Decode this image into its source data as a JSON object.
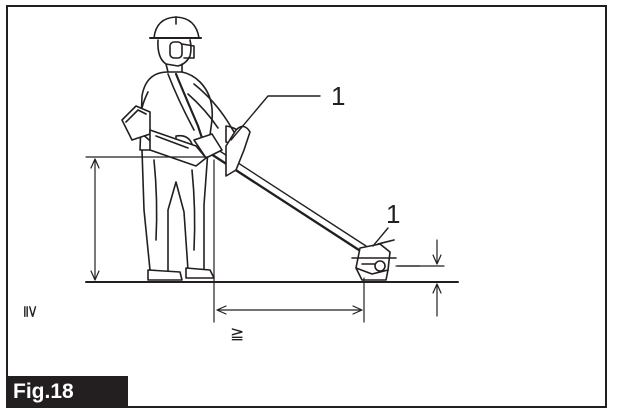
{
  "figure": {
    "label": "Fig.18"
  },
  "callouts": {
    "harness_hook": "1",
    "trimmer_head": "1"
  },
  "dimensions": {
    "height_symbol": "≧",
    "reach_symbol": "≧"
  },
  "colors": {
    "ink": "#231f20",
    "paper": "#ffffff",
    "label_text": "#ffffff"
  }
}
